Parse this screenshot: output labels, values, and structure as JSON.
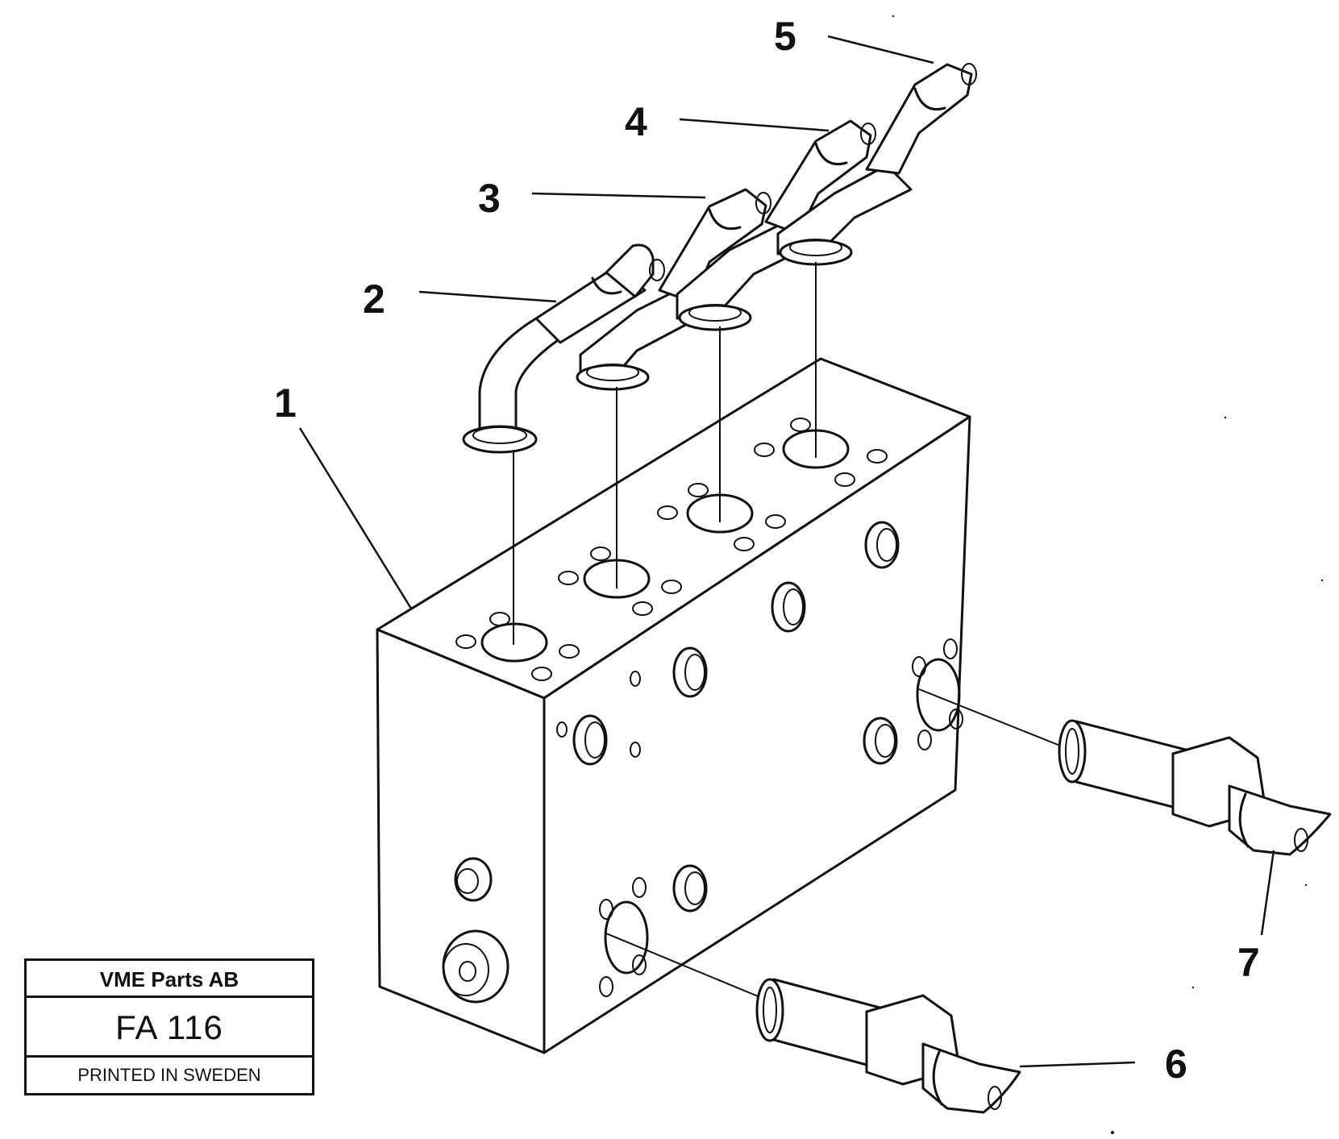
{
  "title_block": {
    "company": "VME Parts AB",
    "drawing_number": "FA 116",
    "printed": "PRINTED IN SWEDEN"
  },
  "callouts": [
    {
      "id": "1",
      "label": "1"
    },
    {
      "id": "2",
      "label": "2"
    },
    {
      "id": "3",
      "label": "3"
    },
    {
      "id": "4",
      "label": "4"
    },
    {
      "id": "5",
      "label": "5"
    },
    {
      "id": "6",
      "label": "6"
    },
    {
      "id": "7",
      "label": "7"
    }
  ]
}
